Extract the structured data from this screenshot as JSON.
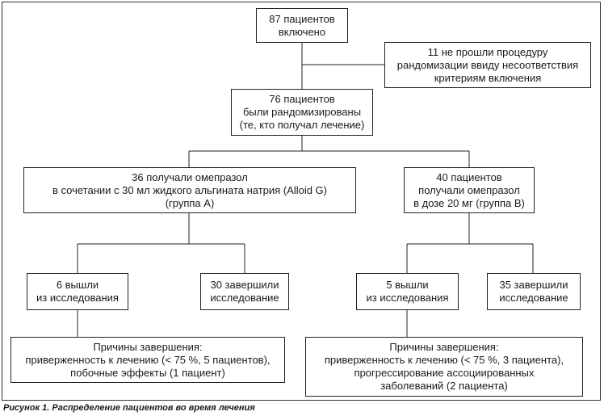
{
  "boxes": {
    "enrolled": [
      "87 пациентов",
      "включено"
    ],
    "excluded": [
      "11 не прошли процедуру",
      "рандомизации ввиду несоответствия",
      "критериям включения"
    ],
    "randomized": [
      "76 пациентов",
      "были рандомизированы",
      "(те, кто получал лечение)"
    ],
    "group_a": [
      "36 получали омепразол",
      "в сочетании с 30 мл жидкого альгината натрия (Alloid G)",
      "(группа А)"
    ],
    "group_b": [
      "40 пациентов",
      "получали омепразол",
      "в дозе 20 мг (группа В)"
    ],
    "a_withdrew": [
      "6 вышли",
      "из исследования"
    ],
    "a_completed": [
      "30 завершили",
      "исследование"
    ],
    "b_withdrew": [
      "5 вышли",
      "из исследования"
    ],
    "b_completed": [
      "35 завершили",
      "исследование"
    ],
    "a_reasons": [
      "Причины завершения:",
      "приверженность к лечению (< 75 %, 5 пациентов),",
      "побочные эффекты (1 пациент)"
    ],
    "b_reasons": [
      "Причины завершения:",
      "приверженность к лечению (< 75 %, 3 пациента),",
      "прогрессирование ассоциированных",
      "заболеваний (2 пациента)"
    ]
  },
  "caption": "Рисунок 1. Распределение пациентов во время лечения"
}
